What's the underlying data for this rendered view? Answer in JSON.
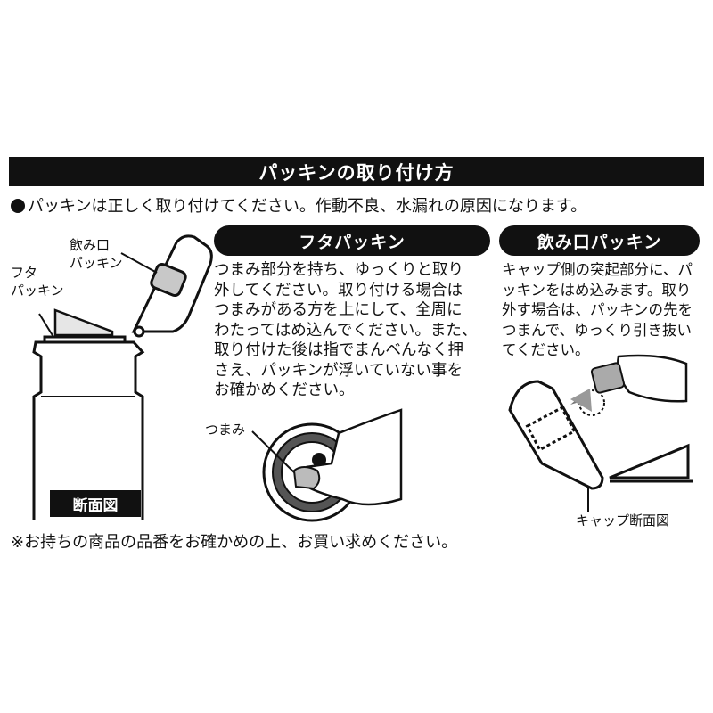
{
  "heading": "パッキンの取り付け方",
  "intro": "パッキンは正しく取り付けてください。作動不良、水漏れの原因になります。",
  "diagram_left": {
    "label_mouth": [
      "飲み口",
      "パッキン"
    ],
    "label_lid": [
      "フタ",
      "パッキン"
    ],
    "cross_section": "断面図"
  },
  "lid_packing": {
    "title": "フタパッキン",
    "lines": [
      "つまみ部分を持ち、ゆっくりと取り",
      "外してください。取り付ける場合は",
      "つまみがある方を上にして、全周に",
      "わたってはめ込んでください。また、",
      "取り付けた後は指でまんべんなく押",
      "さえ、パッキンが浮いていない事を",
      "お確かめください。"
    ],
    "tab_label": "つまみ"
  },
  "mouth_packing": {
    "title": "飲み口パッキン",
    "lines": [
      "キャップ側の突起部分に、パ",
      "ッキンをはめ込みます。取り",
      "外す場合は、パッキンの先を",
      "つまんで、ゆっくり引き抜い",
      "てください。"
    ],
    "cap_label": "キャップ断面図"
  },
  "footer": "※お持ちの商品の品番をお確かめの上、お買い求めください。"
}
